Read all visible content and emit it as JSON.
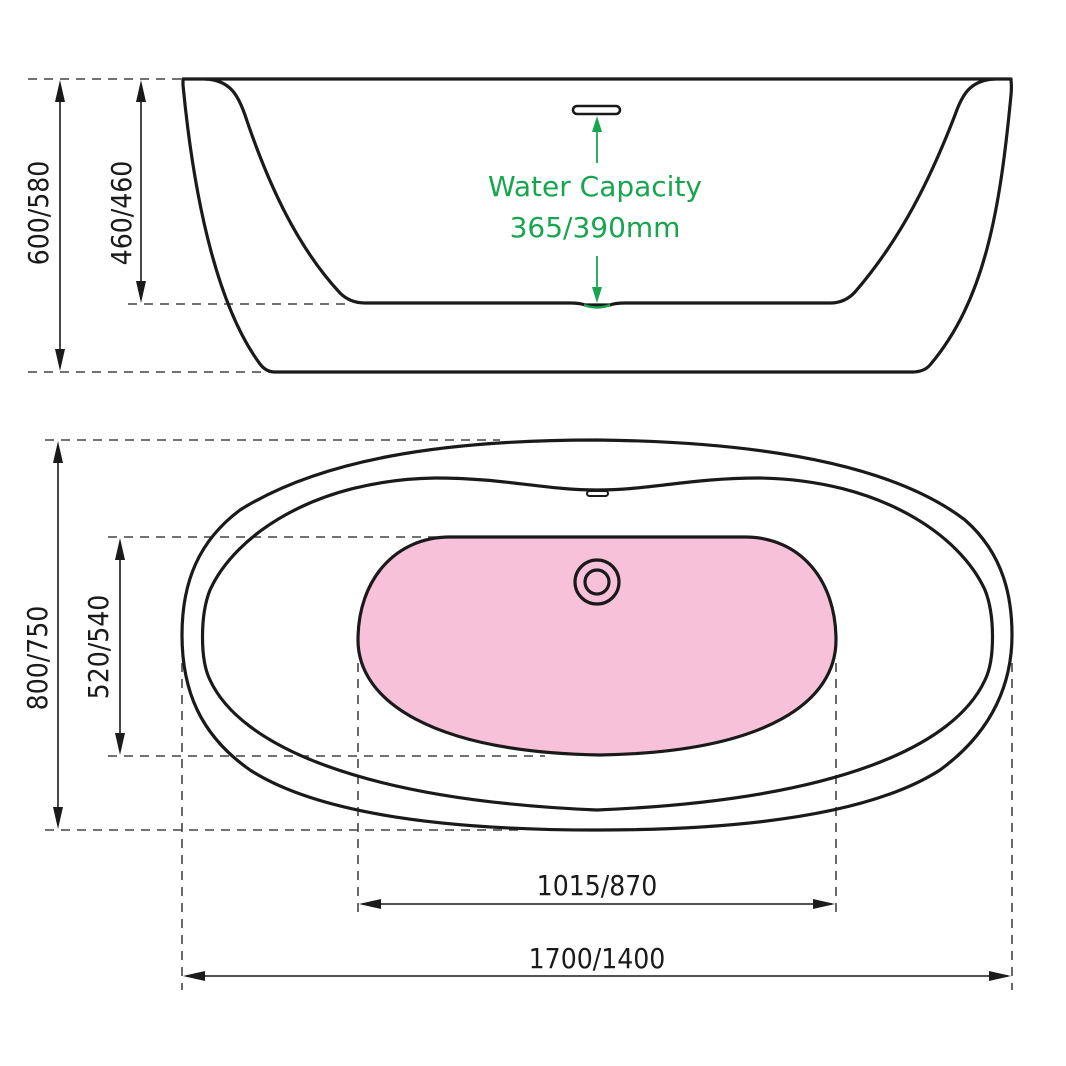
{
  "side_view": {
    "overall_height_label": "600/580",
    "inner_depth_label": "460/460",
    "water_capacity": {
      "title": "Water Capacity",
      "value": "365/390mm",
      "color": "#18a550"
    }
  },
  "top_view": {
    "overall_width_label": "800/750",
    "inner_width_label": "520/540",
    "inner_length_label": "1015/870",
    "overall_length_label": "1700/1400",
    "basin_fill_color": "#f7c1d9"
  },
  "colors": {
    "line": "#1a1a1a",
    "dash": "#444444",
    "accent_green": "#18a550",
    "basin_pink": "#f7c1d9"
  }
}
